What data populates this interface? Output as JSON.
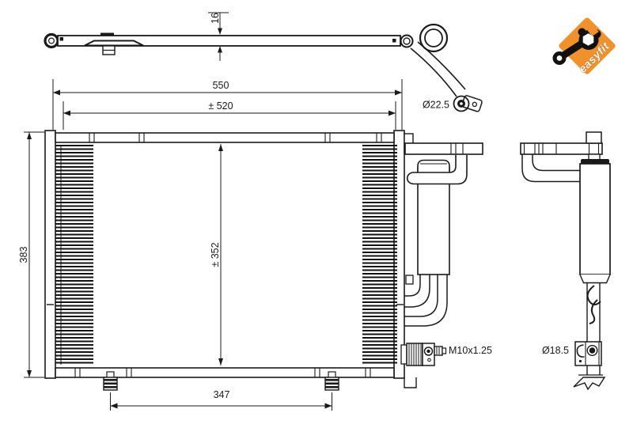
{
  "drawing": {
    "labels": {
      "thickness": "16",
      "overall_width": "550",
      "mounting_width": "± 520",
      "overall_height": "383",
      "mounting_height": "± 352",
      "foot_spacing": "347",
      "top_pipe_diameter": "Ø22.5",
      "thread_spec": "M10x1.25",
      "drier_diameter": "Ø18.5"
    },
    "logo": {
      "text": "easyfit",
      "background": "#f0912c"
    }
  }
}
